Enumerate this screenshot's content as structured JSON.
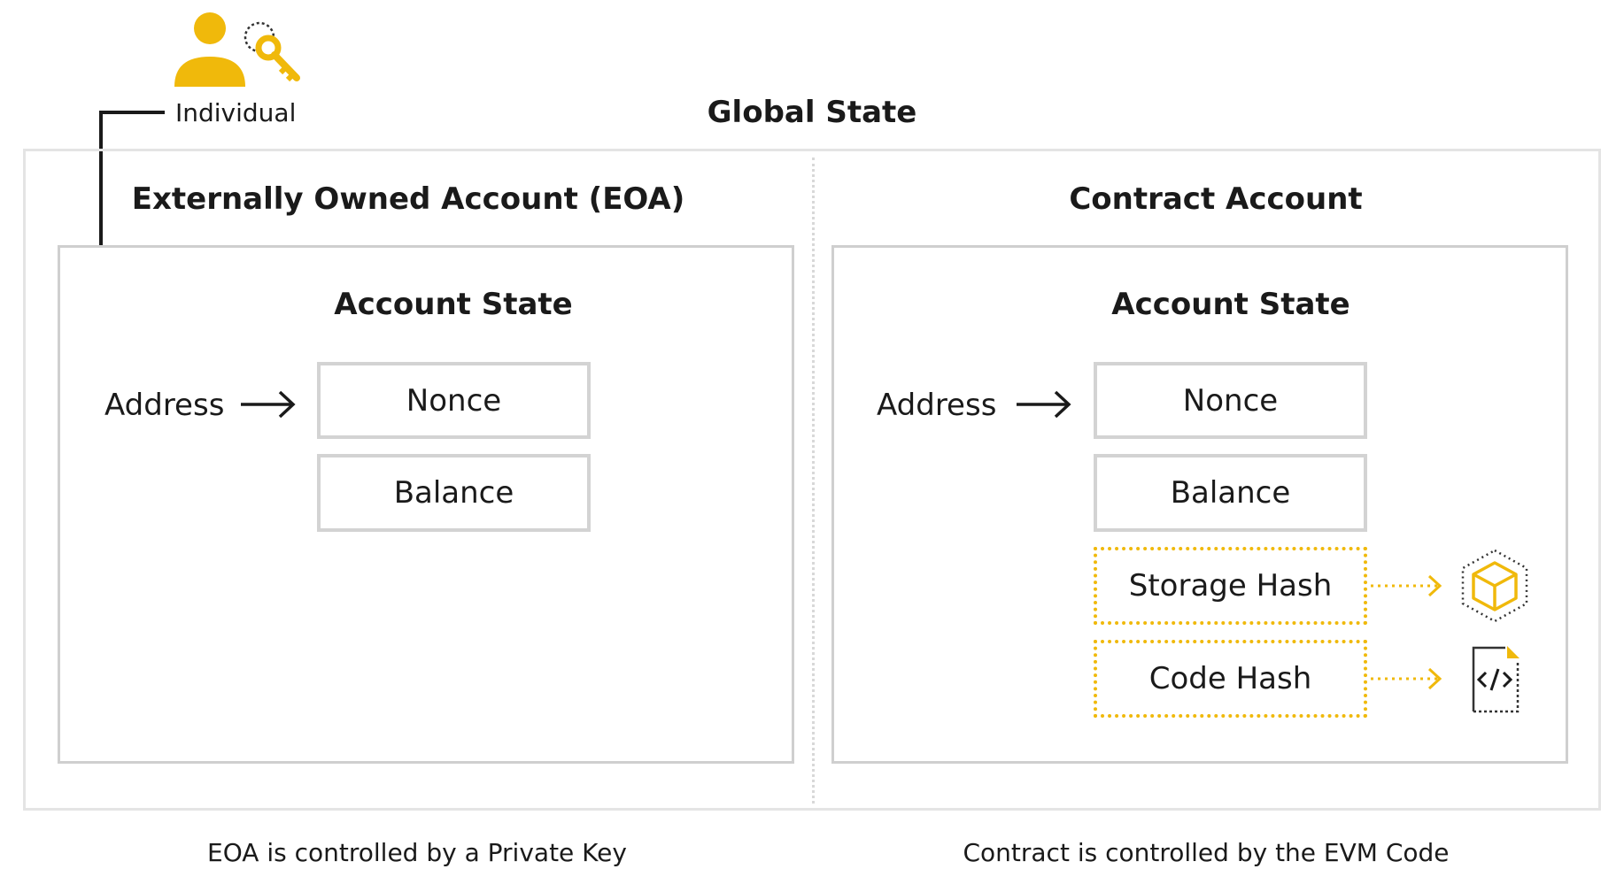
{
  "individual": {
    "label": "Individual",
    "icon": "user-with-key-icon"
  },
  "global_state": {
    "title": "Global State"
  },
  "eoa": {
    "title": "Externally Owned Account (EOA)",
    "account_state_title": "Account State",
    "address_label": "Address",
    "fields": [
      "Nonce",
      "Balance"
    ],
    "caption": "EOA is controlled by a Private Key"
  },
  "contract": {
    "title": "Contract Account",
    "account_state_title": "Account State",
    "address_label": "Address",
    "fields": [
      "Nonce",
      "Balance"
    ],
    "hash_fields": [
      "Storage Hash",
      "Code Hash"
    ],
    "caption": "Contract is controlled by the EVM Code",
    "icons": [
      "storage-cube-icon",
      "code-file-icon"
    ]
  },
  "colors": {
    "accent": "#f0b90b",
    "border": "#d3d3d3",
    "text": "#1a1a1a"
  }
}
